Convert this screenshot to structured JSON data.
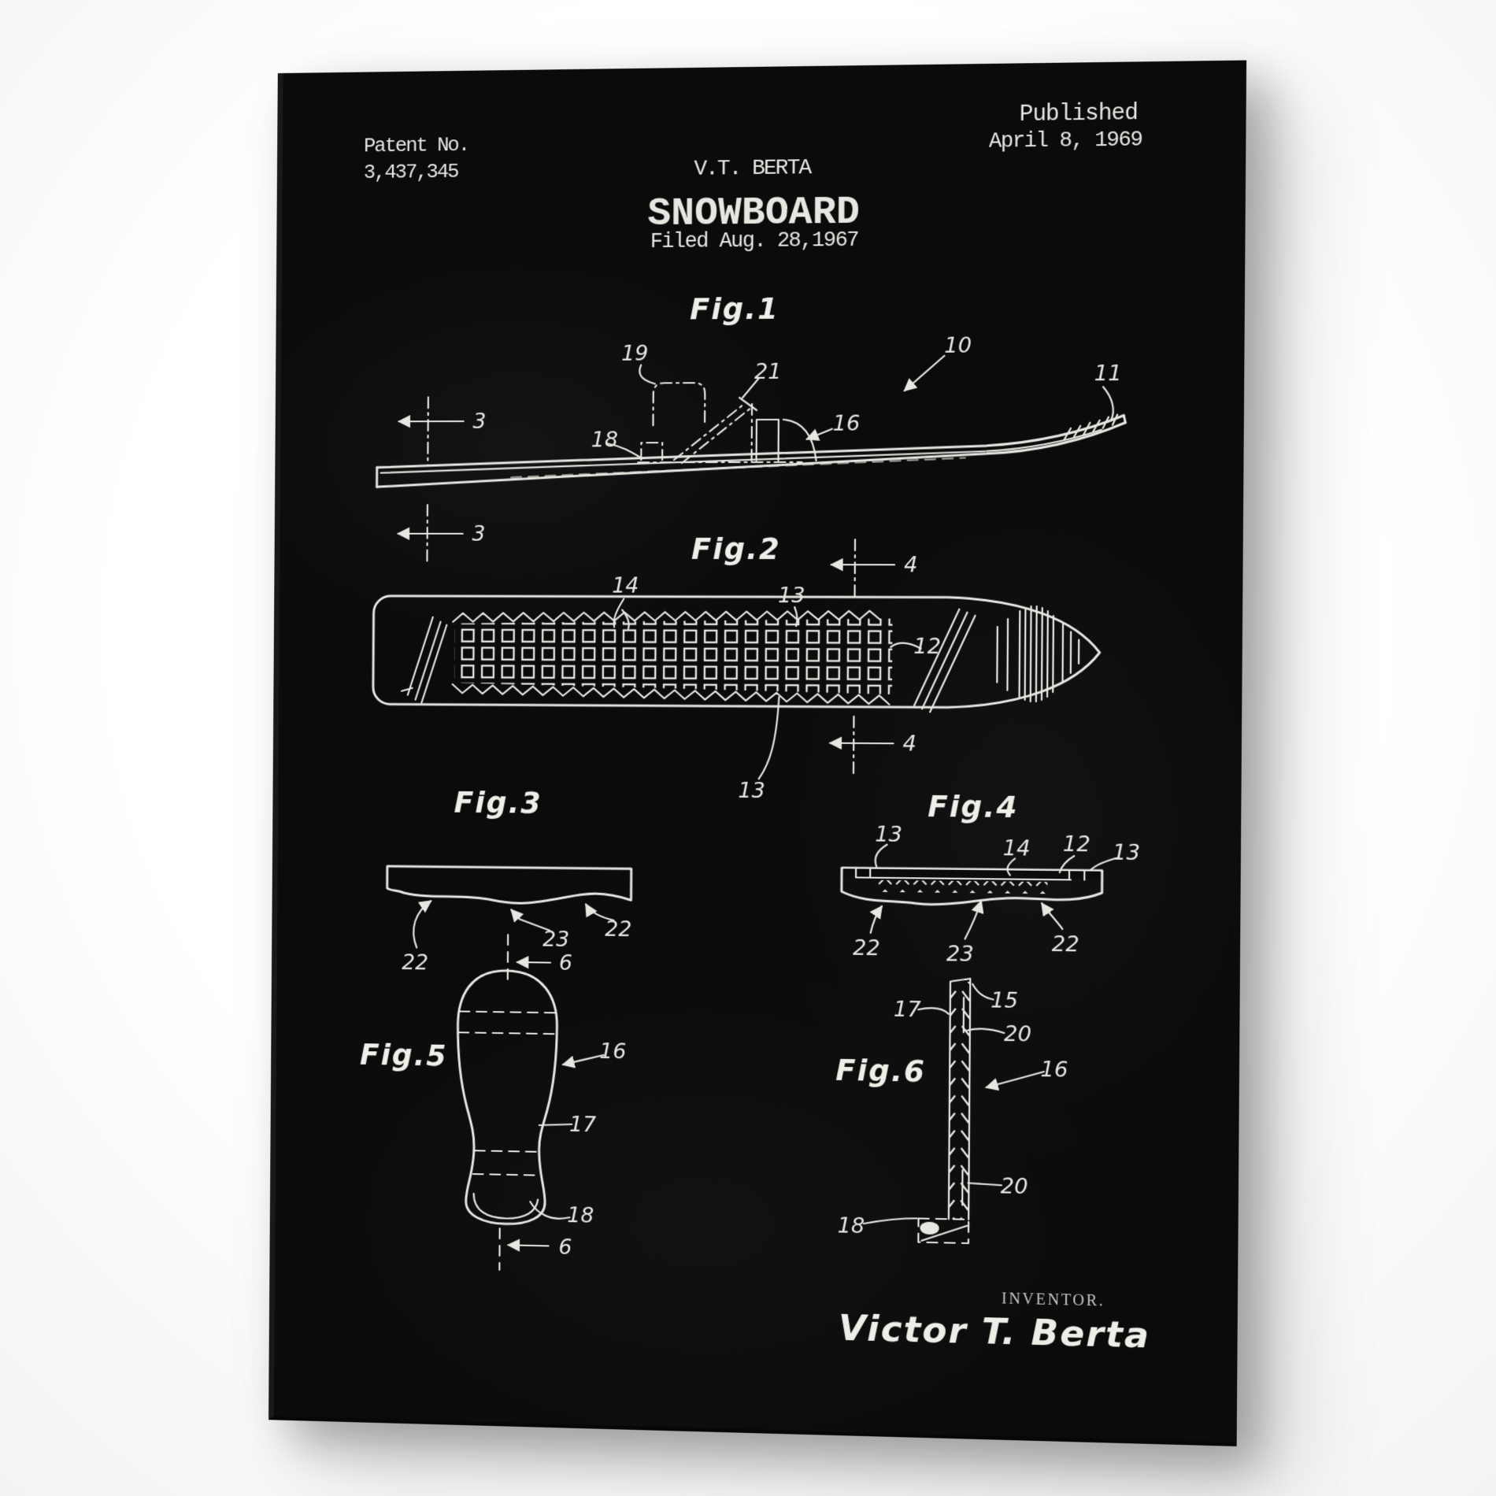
{
  "poster": {
    "colors": {
      "canvas_black": "#0b0b0c",
      "chalk_white": "#e8e6e1"
    },
    "header": {
      "patent_no_label": "Patent No.",
      "patent_no_value": "3,437,345",
      "published_label": "Published",
      "published_date": "April 8, 1969",
      "author": "V.T. BERTA",
      "title": "SNOWBOARD",
      "filed": "Filed Aug. 28,1967"
    },
    "figures": {
      "fig1": {
        "label": "Fig.1",
        "refs": {
          "section_top": "3",
          "section_bottom": "3",
          "r19": "19",
          "r21": "21",
          "r18": "18",
          "r16": "16",
          "r10": "10",
          "r11": "11"
        }
      },
      "fig2": {
        "label": "Fig.2",
        "refs": {
          "r14": "14",
          "r13_top": "13",
          "r13_bottom": "13",
          "r12": "12",
          "section_top": "4",
          "section_bottom": "4"
        }
      },
      "fig3": {
        "label": "Fig.3",
        "refs": {
          "r22_left": "22",
          "r23": "23",
          "r22_right": "22",
          "dim": "6"
        }
      },
      "fig4": {
        "label": "Fig.4",
        "refs": {
          "r13_left": "13",
          "r14": "14",
          "r12": "12",
          "r13_right": "13",
          "r22_left": "22",
          "r23": "23",
          "r22_right": "22"
        }
      },
      "fig5": {
        "label": "Fig.5",
        "refs": {
          "r16": "16",
          "r17": "17",
          "r18": "18",
          "dim": "6"
        }
      },
      "fig6": {
        "label": "Fig.6",
        "refs": {
          "r17": "17",
          "r15": "15",
          "r20_top": "20",
          "r16": "16",
          "r20_bottom": "20",
          "r18": "18"
        }
      }
    },
    "footer": {
      "inventor_caption": "INVENTOR.",
      "signature": "Victor T. Berta"
    }
  }
}
